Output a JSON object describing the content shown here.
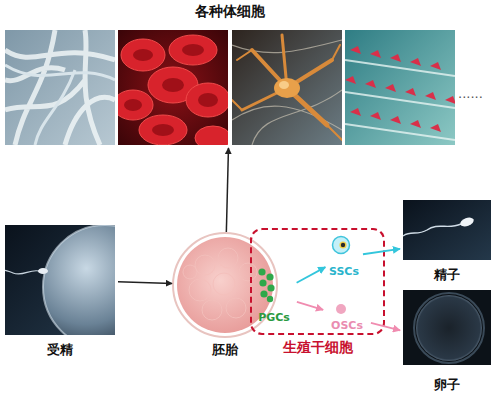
{
  "diagram": {
    "nodes": [
      {
        "text": [
          "各种体细胞"
        ]
      },
      {
        "text": [
          "受精"
        ]
      },
      {
        "text": [
          "胚胎"
        ]
      },
      {
        "text": [
          "生殖干细胞"
        ]
      },
      {
        "text": [
          "PGCs"
        ],
        "in": 3
      },
      {
        "text": [
          "SSCs"
        ],
        "in": 3
      },
      {
        "text": [
          "OSCs"
        ],
        "in": 3
      },
      {
        "text": [
          "精子"
        ]
      },
      {
        "text": [
          "卵子"
        ]
      }
    ],
    "edges": [
      {
        "from": 1,
        "to": 2,
        "arrow": "to"
      },
      {
        "from": 2,
        "to": 0,
        "arrow": "to"
      },
      {
        "from": 4,
        "to": 5,
        "arrow": "to"
      },
      {
        "from": 4,
        "to": 6,
        "arrow": "to"
      },
      {
        "from": 5,
        "to": 7,
        "arrow": "to"
      },
      {
        "from": 6,
        "to": 8,
        "arrow": "to"
      }
    ],
    "labels": [
      "......"
    ]
  }
}
